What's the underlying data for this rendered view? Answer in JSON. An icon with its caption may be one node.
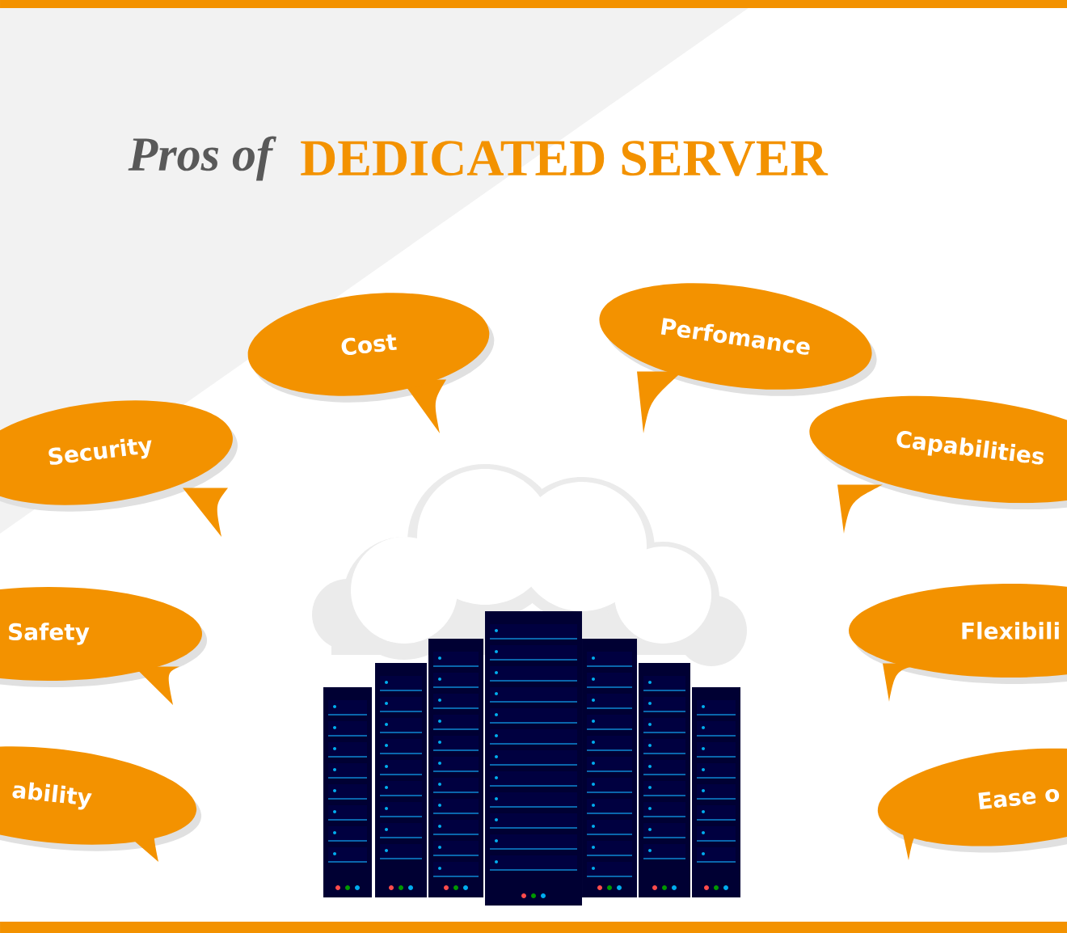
{
  "diagram": {
    "nodes": [
      {
        "text": [
          "Cost"
        ]
      },
      {
        "text": [
          "Perfomance"
        ]
      },
      {
        "text": [
          "Security"
        ]
      },
      {
        "text": [
          "Capabilities"
        ]
      },
      {
        "text": [
          "Safety"
        ]
      },
      {
        "text": [
          "Flexibili"
        ]
      },
      {
        "text": [
          "ability"
        ]
      },
      {
        "text": [
          "Ease o"
        ]
      }
    ],
    "labels": [
      "Pros of",
      "DEDICATED SERVER"
    ]
  }
}
